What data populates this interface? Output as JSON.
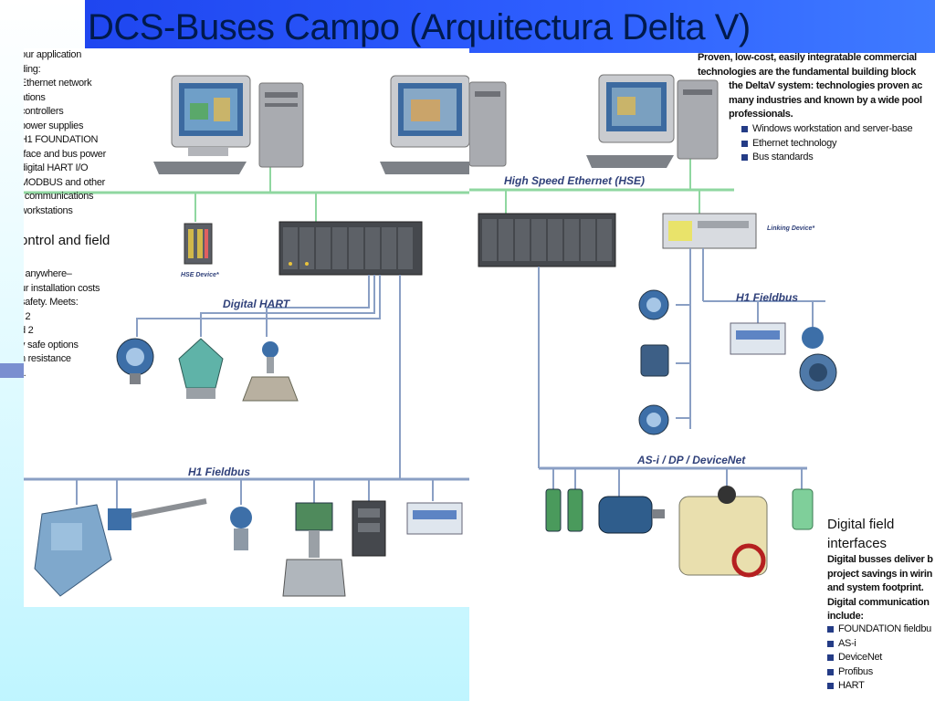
{
  "title": "DCS-Buses Campo (Arquitectura Delta V)",
  "left_text": {
    "lines": [
      "our application",
      "ding:",
      "Ethernet network",
      "ations",
      "controllers",
      "power supplies",
      "H1 FOUNDATION",
      "rface and bus power",
      "digital HART I/O",
      "MODBUS and other",
      "l communications",
      "workstations"
    ],
    "heading": "ontrol and field",
    "lines2": [
      "t anywhere–",
      "ur installation costs",
      "safety. Meets:",
      ". 2",
      "d 2",
      "y safe options",
      "n resistance",
      "\"."
    ]
  },
  "left_diagram": {
    "digital_hart_label": "Digital HART",
    "h1_fieldbus_label": "H1 Fieldbus",
    "hse_device_label": "HSE Device*"
  },
  "right_text": {
    "intro_lines": [
      "Proven, low-cost, easily integratable commercial",
      "technologies are the fundamental building block",
      "the DeltaV system: technologies proven ac",
      "many industries and known by a wide pool",
      "professionals."
    ],
    "bullets": [
      "Windows workstation and server-base",
      "Ethernet technology",
      "Bus standards"
    ]
  },
  "right_diagram": {
    "hse_label": "High Speed Ethernet (HSE)",
    "linking_device_label": "Linking Device*",
    "h1_fieldbus_label": "H1 Fieldbus",
    "asi_label": "AS-i / DP / DeviceNet"
  },
  "digital_field": {
    "heading_line1": "Digital field",
    "heading_line2": "interfaces",
    "desc_lines": [
      "Digital busses deliver b",
      "project savings in wirin",
      "and system footprint.",
      "Digital communication",
      "include:"
    ],
    "bullets": [
      "FOUNDATION fieldbu",
      "AS-i",
      "DeviceNet",
      "Profibus",
      "HART"
    ]
  },
  "colors": {
    "title_band": "#2f5cff",
    "bus_line": "#8fd7a0",
    "wire": "#8a9fc4",
    "device_blue": "#3d6fa8"
  }
}
